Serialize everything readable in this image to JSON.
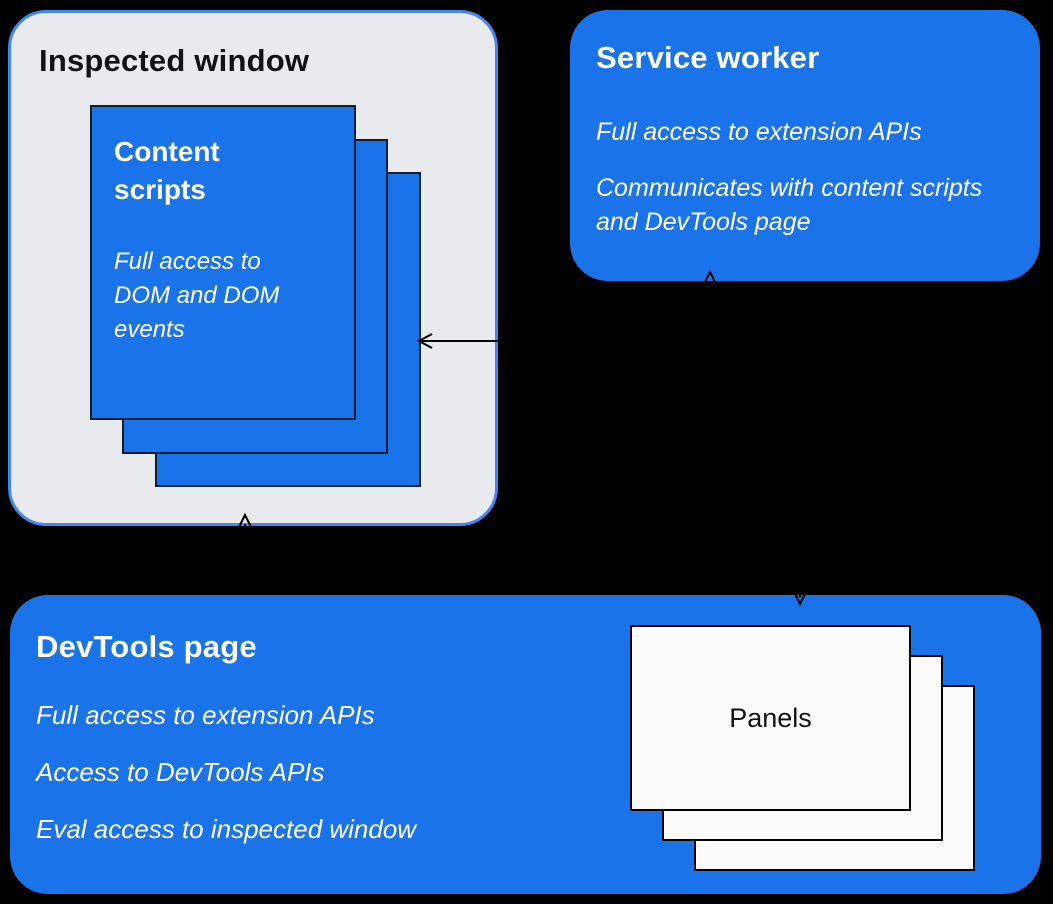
{
  "colors": {
    "background": "#000000",
    "primary_blue": "#1a73e8",
    "inspected_border_blue": "#4285f4",
    "inspected_bg": "#e8eaed",
    "panel_bg": "#fafafa",
    "text_on_blue": "#ffffff",
    "connector": "#000000"
  },
  "inspected_window": {
    "title": "Inspected window",
    "content_scripts": {
      "title": "Content scripts",
      "description": "Full access to DOM and DOM events"
    }
  },
  "service_worker": {
    "title": "Service worker",
    "lines": [
      "Full access to extension APIs",
      "Communicates with content scripts and DevTools page"
    ]
  },
  "devtools_page": {
    "title": "DevTools page",
    "lines": [
      "Full access to extension APIs",
      "Access to DevTools APIs",
      "Eval access to inspected window"
    ],
    "panels": {
      "title": "Panels"
    }
  }
}
